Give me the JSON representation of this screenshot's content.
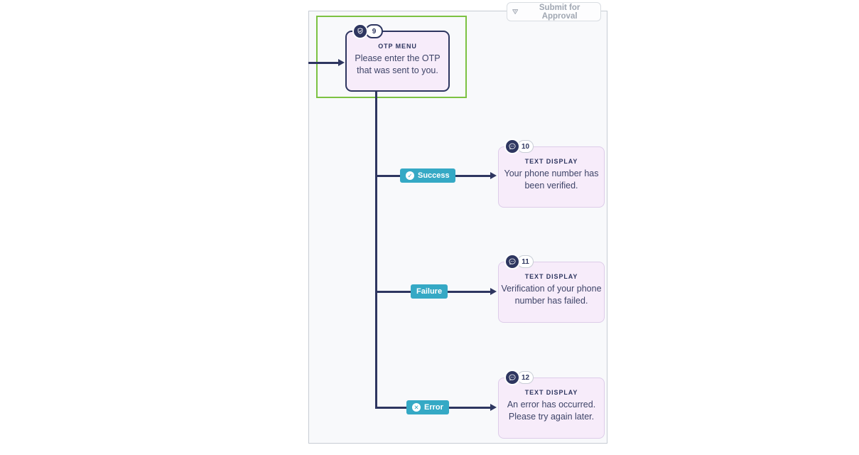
{
  "toolbar": {
    "submit_label": "Submit for Approval",
    "submit_icon": "send-down-icon"
  },
  "flow": {
    "nodes": [
      {
        "number": "9",
        "type_label": "OTP MENU",
        "icon": "shield-check-icon",
        "text": "Please enter the OTP that was sent to you.",
        "selected": true
      },
      {
        "number": "10",
        "type_label": "TEXT DISPLAY",
        "icon": "chat-bubble-icon",
        "text": "Your phone number has been verified."
      },
      {
        "number": "11",
        "type_label": "TEXT DISPLAY",
        "icon": "chat-bubble-icon",
        "text": "Verification of your phone number has failed."
      },
      {
        "number": "12",
        "type_label": "TEXT DISPLAY",
        "icon": "chat-bubble-icon",
        "text": "An error has occurred. Please try again later."
      }
    ],
    "branches": [
      {
        "label": "Success",
        "icon": "check-circle-icon",
        "glyph": "✓"
      },
      {
        "label": "Failure",
        "icon": "none",
        "glyph": ""
      },
      {
        "label": "Error",
        "icon": "x-circle-icon",
        "glyph": "✕"
      }
    ]
  },
  "colors": {
    "connector_navy": "#2e3660",
    "node_background": "#f7ecfa",
    "branch_teal": "#35a9c5",
    "selection_green": "#7cc242",
    "canvas_border": "#c7ccd4"
  }
}
